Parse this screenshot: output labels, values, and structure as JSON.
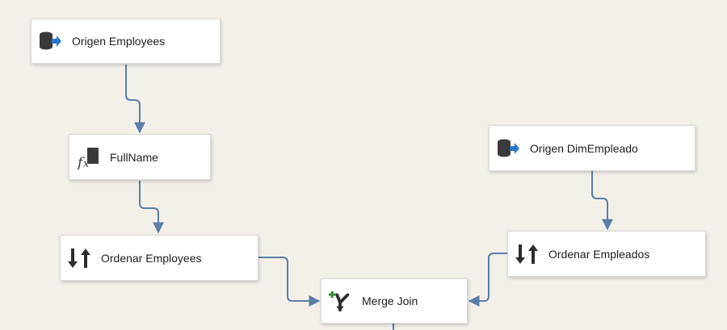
{
  "canvas": {
    "background": "#f3f0ea",
    "connector_color": "#5b7ea6"
  },
  "components": {
    "origen_employees": {
      "label": "Origen Employees",
      "icon": "database-source-icon"
    },
    "fullname": {
      "label": "FullName",
      "icon": "derived-column-fx-icon"
    },
    "ordenar_employees": {
      "label": "Ordenar Employees",
      "icon": "sort-icon"
    },
    "merge_join": {
      "label": "Merge Join",
      "icon": "merge-join-icon"
    },
    "origen_dimempleado": {
      "label": "Origen DimEmpleado",
      "icon": "database-source-icon"
    },
    "ordenar_empleados": {
      "label": "Ordenar Empleados",
      "icon": "sort-icon"
    }
  }
}
